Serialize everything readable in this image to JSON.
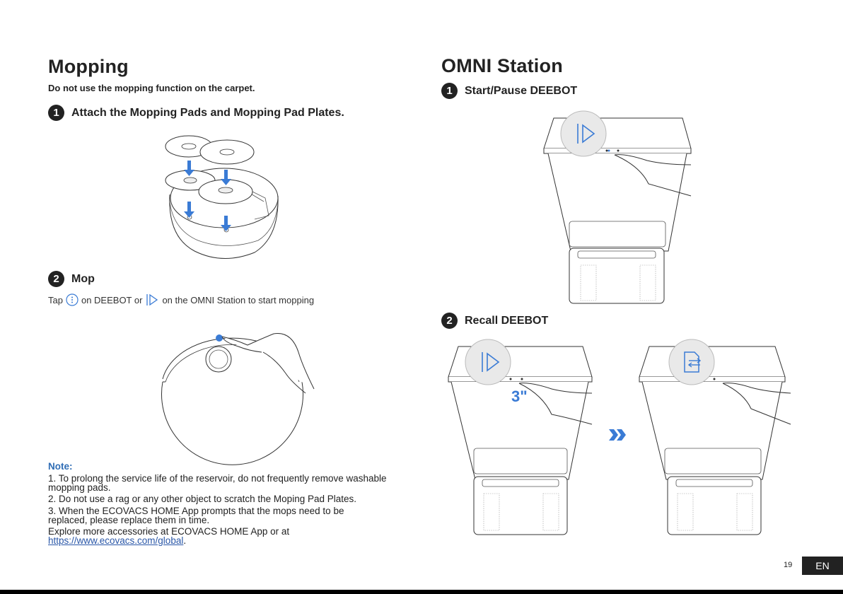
{
  "left": {
    "title": "Mopping",
    "warning": "Do not use the mopping function on the carpet.",
    "step1": {
      "num": "1",
      "label": "Attach the Mopping Pads and Mopping Pad Plates."
    },
    "step2": {
      "num": "2",
      "label": "Mop"
    },
    "tap_line": {
      "part1": "Tap",
      "part2": "on DEEBOT or",
      "part3": "on the OMNI Station to start mopping"
    },
    "note": {
      "title": "Note:",
      "items": [
        "1. To prolong the service life of the reservoir, do not frequently remove washable mopping pads.",
        "2. Do not use a rag or any other object to scratch the Moping Pad Plates.",
        "3. When the ECOVACS HOME App prompts that the mops need to be replaced, please replace them in time."
      ],
      "explore_prefix": "Explore more accessories at ECOVACS HOME App or at",
      "explore_link": "https://www.ecovacs.com/global",
      "explore_suffix": "."
    }
  },
  "right": {
    "title": "OMNI Station",
    "step1": {
      "num": "1",
      "label": "Start/Pause DEEBOT"
    },
    "step2": {
      "num": "2",
      "label": "Recall DEEBOT"
    },
    "hold_time": "3\""
  },
  "footer": {
    "page": "19",
    "lang": "EN"
  },
  "colors": {
    "accent": "#2f6db5",
    "arrow": "#3a7bd5",
    "dark": "#222222"
  },
  "icons": [
    "start-pause-icon",
    "mop-button-icon",
    "recall-icon",
    "double-chevron-icon",
    "down-arrow-icon"
  ]
}
